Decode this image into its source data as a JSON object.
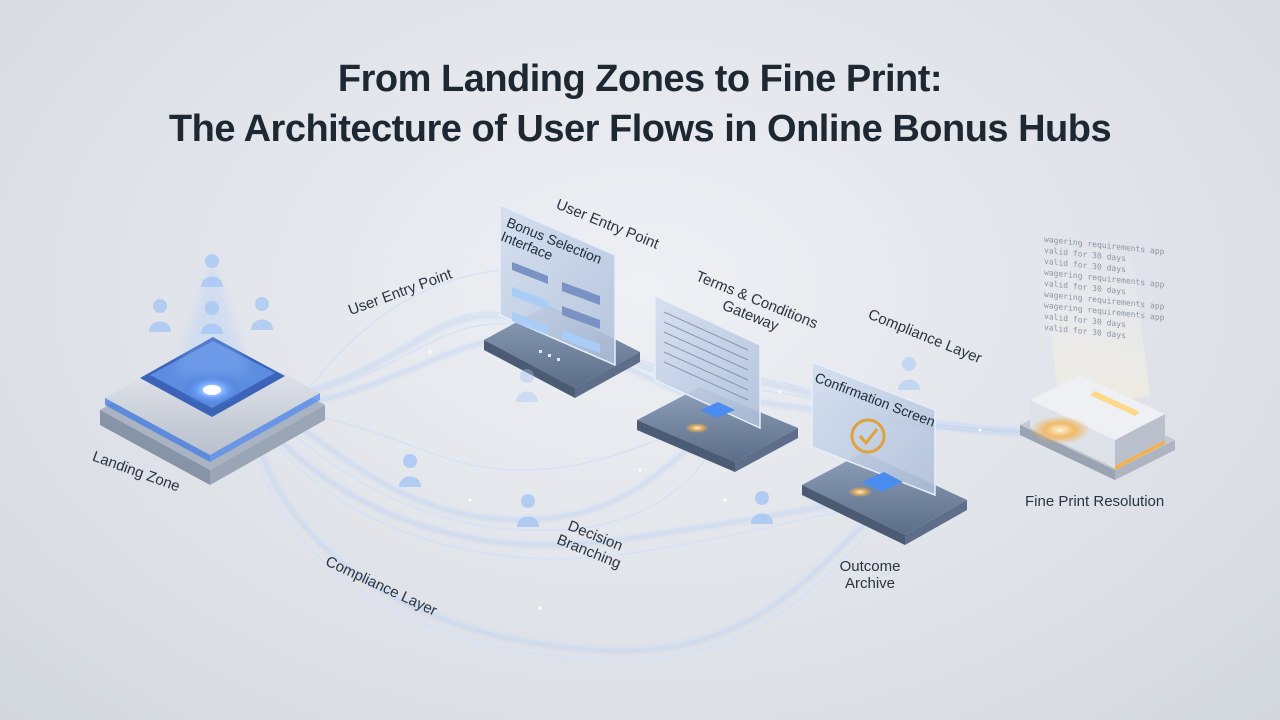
{
  "title": {
    "line1": "From Landing Zones to Fine Print:",
    "line2": "The Architecture of User Flows in Online Bonus Hubs"
  },
  "labels": {
    "landing_zone": "Landing Zone",
    "user_entry_point_left": "User Entry Point",
    "user_entry_point_top": "User Entry Point",
    "bonus_selection": "Bonus Selection Interface",
    "terms_gateway": "Terms & Conditions Gateway",
    "compliance_layer_right": "Compliance Layer",
    "confirmation_screen": "Confirmation Screen",
    "fine_print_resolution": "Fine Print Resolution",
    "decision_branching": "Decision Branching",
    "outcome_archive": "Outcome Archive",
    "compliance_layer_bottom": "Compliance Layer"
  },
  "fine_print_lines": [
    "wagering requirements apply",
    "valid for 30 days",
    "valid for 30 days",
    "wagering requirements apply",
    "valid for 30 days",
    "wagering requirements apply",
    "wagering requirements apply",
    "valid for 30 days",
    "valid for 30 days"
  ],
  "colors": {
    "flow_glow": "#8fb6f0",
    "accent_blue": "#4a7fe0",
    "platform": "#c9ced8",
    "warm_glow": "#f5b04a"
  },
  "icons": [
    "user-icon",
    "checkmark-icon",
    "document-icon"
  ]
}
